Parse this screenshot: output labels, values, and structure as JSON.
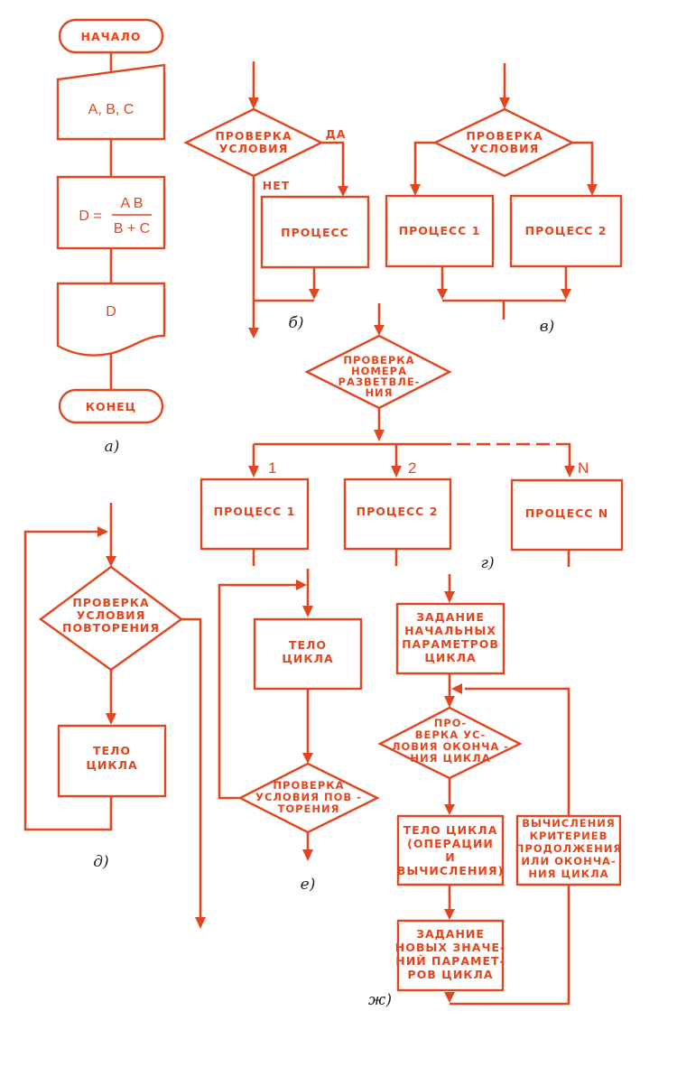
{
  "accent_color": "#e2461e",
  "diagrams": {
    "a": {
      "caption": "а)",
      "start": "НАЧАЛО",
      "input": "A, B, C",
      "formula_lhs": "D =",
      "formula_num": "A B",
      "formula_den": "B + C",
      "output": "D",
      "end": "КОНЕЦ"
    },
    "b": {
      "caption": "б)",
      "decision": [
        "ПРОВЕРКА",
        "УСЛОВИЯ"
      ],
      "yes": "ДА",
      "no": "НЕТ",
      "process": "ПРОЦЕСС"
    },
    "v": {
      "caption": "в)",
      "decision": [
        "ПРОВЕРКА",
        "УСЛОВИЯ"
      ],
      "process1": "ПРОЦЕСС 1",
      "process2": "ПРОЦЕСС 2"
    },
    "g": {
      "caption": "г)",
      "decision": [
        "ПРОВЕРКА",
        "НОМЕРА",
        "РАЗВЕТВЛЕ-",
        "НИЯ"
      ],
      "branch_labels": [
        "1",
        "2",
        "N"
      ],
      "process1": "ПРОЦЕСС 1",
      "process2": "ПРОЦЕСС 2",
      "processN": "ПРОЦЕСС N"
    },
    "d": {
      "caption": "д)",
      "decision": [
        "ПРОВЕРКА",
        "УСЛОВИЯ",
        "ПОВТОРЕНИЯ"
      ],
      "body": [
        "ТЕЛО",
        "ЦИКЛА"
      ]
    },
    "e": {
      "caption": "е)",
      "body": [
        "ТЕЛО",
        "ЦИКЛА"
      ],
      "decision": [
        "ПРОВЕРКА",
        "УСЛОВИЯ ПОВ -",
        "ТОРЕНИЯ"
      ]
    },
    "zh": {
      "caption": "ж)",
      "init": [
        "ЗАДАНИЕ",
        "НАЧАЛЬНЫХ",
        "ПАРАМЕТРОВ",
        "ЦИКЛА"
      ],
      "decision": [
        "ПРО-",
        "ВЕРКА УС-",
        "ЛОВИЯ ОКОНЧА -",
        "НИЯ ЦИКЛА"
      ],
      "body": [
        "ТЕЛО ЦИКЛА",
        "(ОПЕРАЦИИ",
        "И",
        "ВЫЧИСЛЕНИЯ)"
      ],
      "update": [
        "ЗАДАНИЕ",
        "НОВЫХ ЗНАЧЕ-",
        "НИЙ ПАРАМЕТ-",
        "РОВ ЦИКЛА"
      ],
      "criteria": [
        "ВЫЧИСЛЕНИЯ",
        "КРИТЕРИЕВ",
        "ПРОДОЛЖЕНИЯ",
        "ИЛИ ОКОНЧА-",
        "НИЯ ЦИКЛА"
      ]
    }
  }
}
